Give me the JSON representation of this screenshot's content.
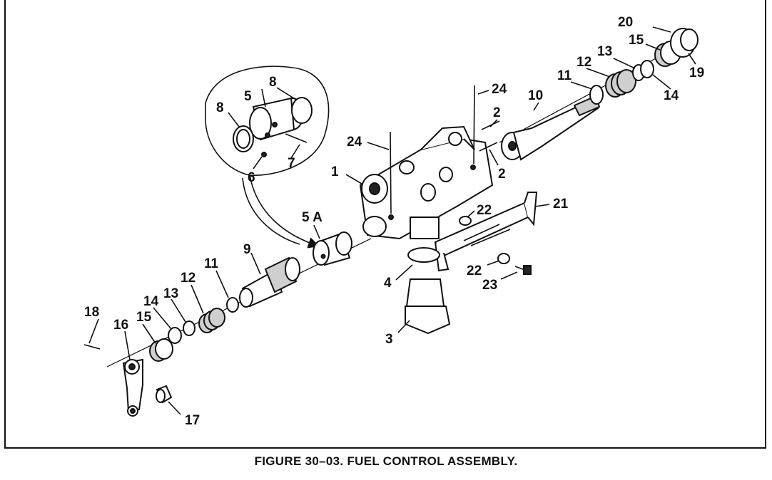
{
  "figure": {
    "caption": "FIGURE 30–03. FUEL CONTROL ASSEMBLY."
  },
  "callouts": [
    "1",
    "2",
    "2",
    "3",
    "4",
    "5",
    "5 A",
    "6",
    "7",
    "8",
    "8",
    "9",
    "10",
    "11",
    "11",
    "12",
    "12",
    "13",
    "13",
    "14",
    "14",
    "15",
    "15",
    "16",
    "17",
    "18",
    "19",
    "20",
    "21",
    "22",
    "22",
    "23",
    "24",
    "24"
  ]
}
